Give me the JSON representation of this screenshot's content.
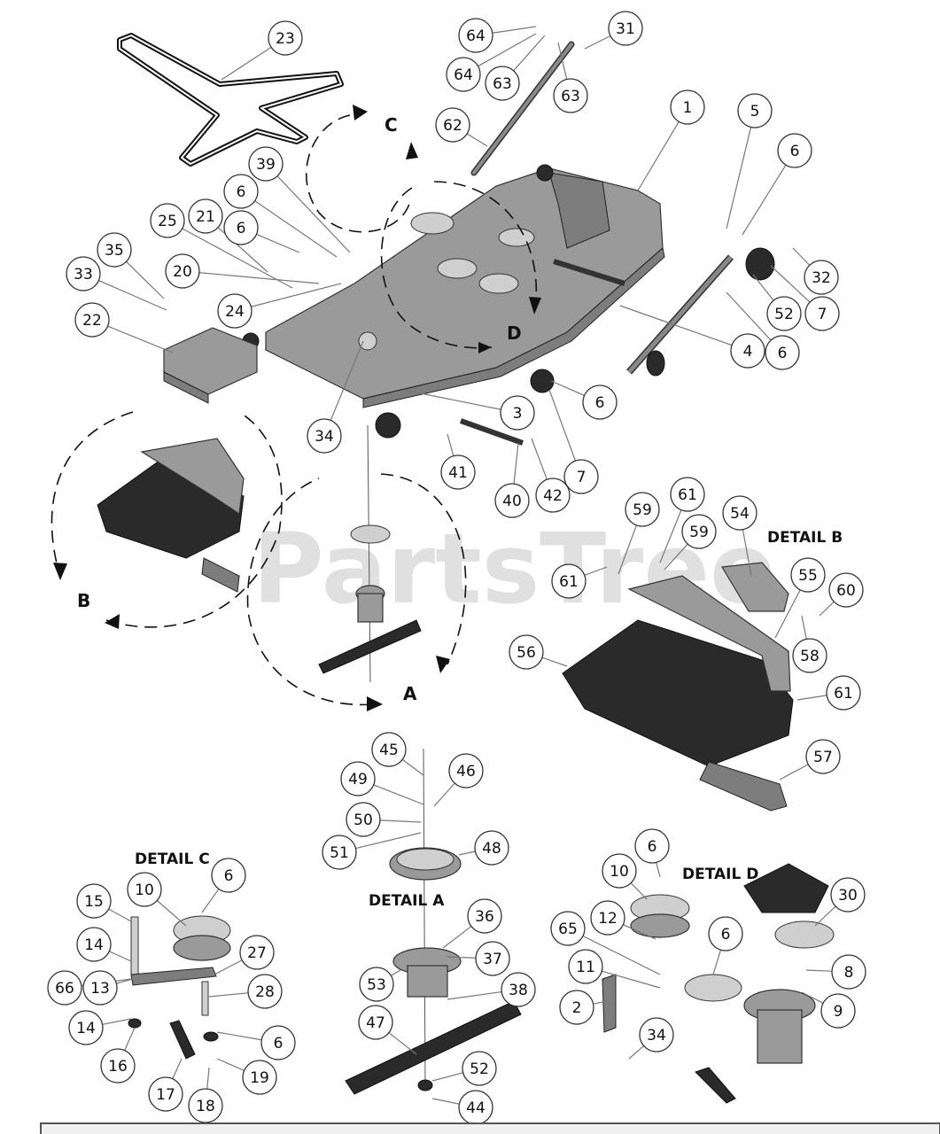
{
  "watermark": "PartsTree",
  "detail_titles": {
    "a": "DETAIL A",
    "b": "DETAIL B",
    "c": "DETAIL C",
    "d": "DETAIL D"
  },
  "view_letters": {
    "a": "A",
    "b": "B",
    "c": "C",
    "d": "D"
  },
  "callouts": [
    {
      "id": "c23",
      "label": "23"
    },
    {
      "id": "c64a",
      "label": "64"
    },
    {
      "id": "c64b",
      "label": "64"
    },
    {
      "id": "c63a",
      "label": "63"
    },
    {
      "id": "c63b",
      "label": "63"
    },
    {
      "id": "c31",
      "label": "31"
    },
    {
      "id": "c62",
      "label": "62"
    },
    {
      "id": "c1",
      "label": "1"
    },
    {
      "id": "c5",
      "label": "5"
    },
    {
      "id": "c6a",
      "label": "6"
    },
    {
      "id": "c39",
      "label": "39"
    },
    {
      "id": "c6b",
      "label": "6"
    },
    {
      "id": "c25",
      "label": "25"
    },
    {
      "id": "c21",
      "label": "21"
    },
    {
      "id": "c6c",
      "label": "6"
    },
    {
      "id": "c35",
      "label": "35"
    },
    {
      "id": "c20",
      "label": "20"
    },
    {
      "id": "c33",
      "label": "33"
    },
    {
      "id": "c24",
      "label": "24"
    },
    {
      "id": "c22",
      "label": "22"
    },
    {
      "id": "c32",
      "label": "32"
    },
    {
      "id": "c52a",
      "label": "52"
    },
    {
      "id": "c7a",
      "label": "7"
    },
    {
      "id": "c4",
      "label": "4"
    },
    {
      "id": "c6d",
      "label": "6"
    },
    {
      "id": "c6e",
      "label": "6"
    },
    {
      "id": "c3",
      "label": "3"
    },
    {
      "id": "c34a",
      "label": "34"
    },
    {
      "id": "c41",
      "label": "41"
    },
    {
      "id": "c40",
      "label": "40"
    },
    {
      "id": "c42",
      "label": "42"
    },
    {
      "id": "c7b",
      "label": "7"
    },
    {
      "id": "c59a",
      "label": "59"
    },
    {
      "id": "c61a",
      "label": "61"
    },
    {
      "id": "c59b",
      "label": "59"
    },
    {
      "id": "c54",
      "label": "54"
    },
    {
      "id": "c61b",
      "label": "61"
    },
    {
      "id": "c55",
      "label": "55"
    },
    {
      "id": "c60",
      "label": "60"
    },
    {
      "id": "c56",
      "label": "56"
    },
    {
      "id": "c58",
      "label": "58"
    },
    {
      "id": "c61c",
      "label": "61"
    },
    {
      "id": "c57",
      "label": "57"
    },
    {
      "id": "c45",
      "label": "45"
    },
    {
      "id": "c49",
      "label": "49"
    },
    {
      "id": "c46",
      "label": "46"
    },
    {
      "id": "c50",
      "label": "50"
    },
    {
      "id": "c51",
      "label": "51"
    },
    {
      "id": "c48",
      "label": "48"
    },
    {
      "id": "c36",
      "label": "36"
    },
    {
      "id": "c37",
      "label": "37"
    },
    {
      "id": "c53",
      "label": "53"
    },
    {
      "id": "c38",
      "label": "38"
    },
    {
      "id": "c47",
      "label": "47"
    },
    {
      "id": "c52b",
      "label": "52"
    },
    {
      "id": "c44",
      "label": "44"
    },
    {
      "id": "c6f",
      "label": "6"
    },
    {
      "id": "c15",
      "label": "15"
    },
    {
      "id": "c10a",
      "label": "10"
    },
    {
      "id": "c14a",
      "label": "14"
    },
    {
      "id": "c27",
      "label": "27"
    },
    {
      "id": "c66",
      "label": "66"
    },
    {
      "id": "c13",
      "label": "13"
    },
    {
      "id": "c28",
      "label": "28"
    },
    {
      "id": "c14b",
      "label": "14"
    },
    {
      "id": "c6g",
      "label": "6"
    },
    {
      "id": "c16",
      "label": "16"
    },
    {
      "id": "c19",
      "label": "19"
    },
    {
      "id": "c17",
      "label": "17"
    },
    {
      "id": "c18",
      "label": "18"
    },
    {
      "id": "c6h",
      "label": "6"
    },
    {
      "id": "c10b",
      "label": "10"
    },
    {
      "id": "c30",
      "label": "30"
    },
    {
      "id": "c65",
      "label": "65"
    },
    {
      "id": "c12",
      "label": "12"
    },
    {
      "id": "c6i",
      "label": "6"
    },
    {
      "id": "c8",
      "label": "8"
    },
    {
      "id": "c11",
      "label": "11"
    },
    {
      "id": "c9",
      "label": "9"
    },
    {
      "id": "c2",
      "label": "2"
    },
    {
      "id": "c34b",
      "label": "34"
    }
  ]
}
